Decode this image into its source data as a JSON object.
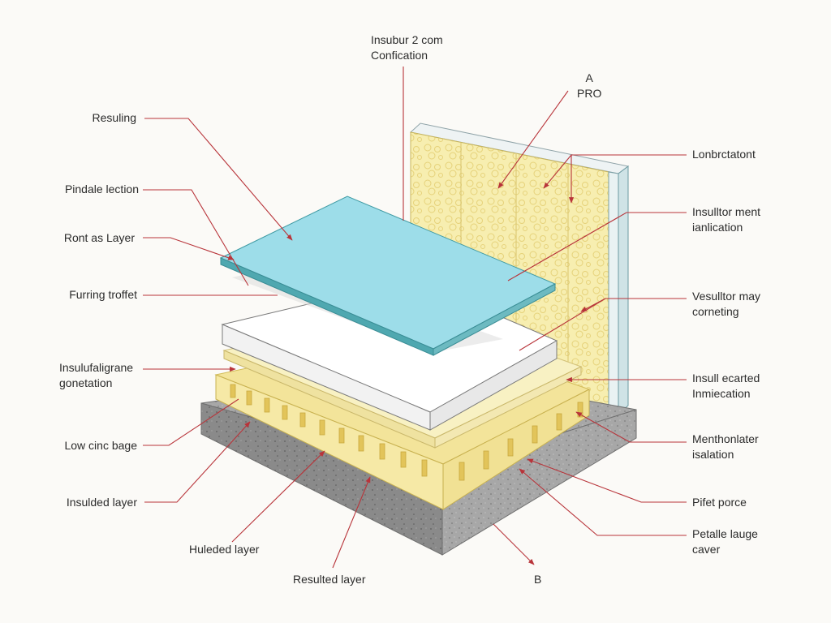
{
  "colors": {
    "leader": "#b8343a",
    "cyan_panel": "#9ddde9",
    "cyan_edge": "#4fa8b0",
    "insulation": "#f6ecab",
    "insulation_dark": "#e3cf6e",
    "concrete": "#9a9a9a",
    "white_board": "#ffffff",
    "background": "#fbfaf7"
  },
  "labels": {
    "top_title": [
      "Insubur 2 com",
      "Confication"
    ],
    "top_right": [
      "A",
      "PRO"
    ],
    "left": [
      [
        "Resuling"
      ],
      [
        "Pindale lection"
      ],
      [
        "Ront as Layer"
      ],
      [
        "Furring troffet"
      ],
      [
        "Insulufaligrane",
        "gonetation"
      ],
      [
        "Low cinc bage"
      ],
      [
        "Insulded layer"
      ]
    ],
    "bottom": [
      [
        "Huleded layer"
      ],
      [
        "Resulted layer"
      ],
      [
        "B"
      ]
    ],
    "right": [
      [
        "Lonbrctatont"
      ],
      [
        "Insulltor ment",
        "ianlication"
      ],
      [
        "Vesulltor may",
        "corneting"
      ],
      [
        "Insull ecarted",
        "Inmiecation"
      ],
      [
        "Menthonlater",
        "isalation"
      ],
      [
        "Pifet porce"
      ],
      [
        "Petalle lauge",
        "caver"
      ]
    ]
  }
}
